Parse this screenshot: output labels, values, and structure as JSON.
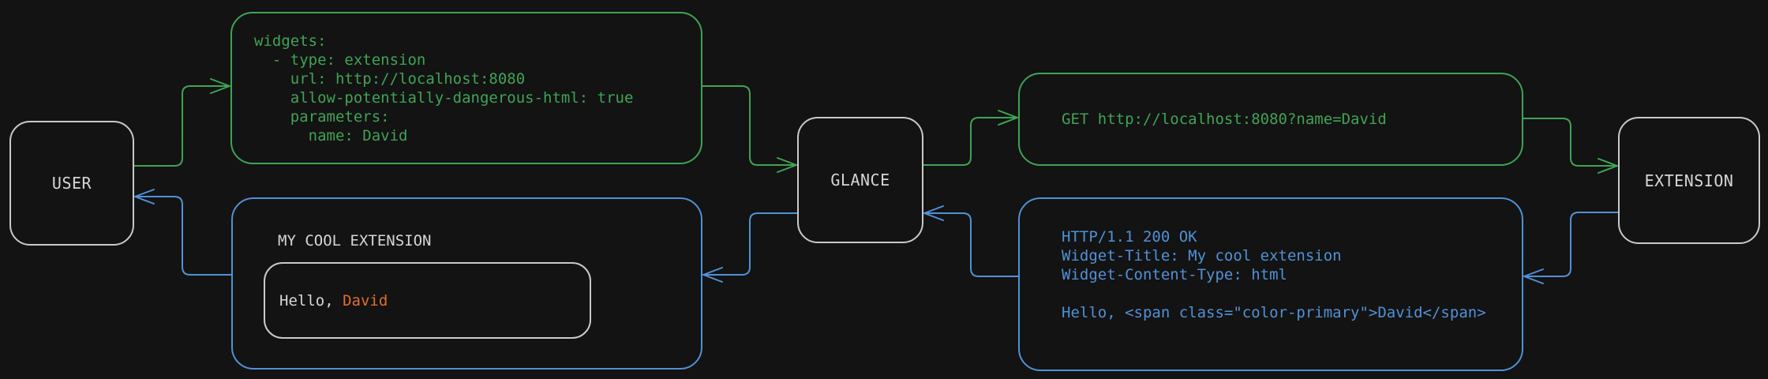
{
  "colors": {
    "background": "#131313",
    "green": "#3fa355",
    "blue": "#5191d6",
    "orange": "#e26e2e",
    "text_light": "#d6d6d6",
    "box_border": "#c9c9c9"
  },
  "nodes": {
    "user": {
      "label": "USER"
    },
    "glance": {
      "label": "GLANCE"
    },
    "extension": {
      "label": "EXTENSION"
    }
  },
  "config_box": {
    "lines": [
      "widgets:",
      "  - type: extension",
      "    url: http://localhost:8080",
      "    allow-potentially-dangerous-html: true",
      "    parameters:",
      "      name: David"
    ]
  },
  "request_box": {
    "lines": [
      "GET http://localhost:8080?name=David"
    ]
  },
  "response_box": {
    "lines": [
      "HTTP/1.1 200 OK",
      "Widget-Title: My cool extension",
      "Widget-Content-Type: html",
      "",
      "Hello, <span class=\"color-primary\">David</span>"
    ]
  },
  "widget_box": {
    "title": "MY COOL EXTENSION",
    "message_prefix": "Hello, ",
    "message_name": "David"
  },
  "arrows": [
    {
      "name": "user-to-config",
      "from": "user",
      "to": "config_box",
      "color": "green"
    },
    {
      "name": "config-to-glance",
      "from": "config_box",
      "to": "glance",
      "color": "green"
    },
    {
      "name": "glance-to-request",
      "from": "glance",
      "to": "request_box",
      "color": "green"
    },
    {
      "name": "request-to-extension",
      "from": "request_box",
      "to": "extension",
      "color": "green"
    },
    {
      "name": "extension-to-response",
      "from": "extension",
      "to": "response_box",
      "color": "blue"
    },
    {
      "name": "response-to-glance",
      "from": "response_box",
      "to": "glance",
      "color": "blue"
    },
    {
      "name": "glance-to-widget",
      "from": "glance",
      "to": "widget_box",
      "color": "blue"
    },
    {
      "name": "widget-to-user",
      "from": "widget_box",
      "to": "user",
      "color": "blue"
    }
  ]
}
